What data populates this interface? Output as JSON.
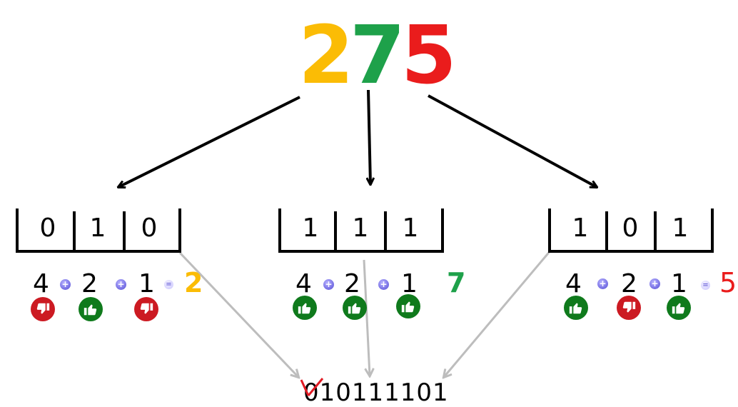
{
  "number": {
    "digits": [
      "2",
      "7",
      "5"
    ],
    "colors": [
      "#fbbc05",
      "#1ea14a",
      "#ea1c1c"
    ]
  },
  "groups": [
    {
      "bits": [
        "0",
        "1",
        "0"
      ],
      "weights": [
        "4",
        "2",
        "1"
      ],
      "votes": [
        "down",
        "up",
        "down"
      ],
      "result": "2",
      "result_color": "#fbbc05"
    },
    {
      "bits": [
        "1",
        "1",
        "1"
      ],
      "weights": [
        "4",
        "2",
        "1"
      ],
      "votes": [
        "up",
        "up",
        "up"
      ],
      "result": "7",
      "result_color": "#1ea14a"
    },
    {
      "bits": [
        "1",
        "0",
        "1"
      ],
      "weights": [
        "4",
        "2",
        "1"
      ],
      "votes": [
        "up",
        "down",
        "up"
      ],
      "result": "5",
      "result_color": "#ea1c1c"
    }
  ],
  "binary_result": "010111101",
  "icons": {
    "plus": "plus-icon",
    "equals": "equals-icon",
    "up": "thumbs-up-icon",
    "down": "thumbs-down-icon"
  }
}
